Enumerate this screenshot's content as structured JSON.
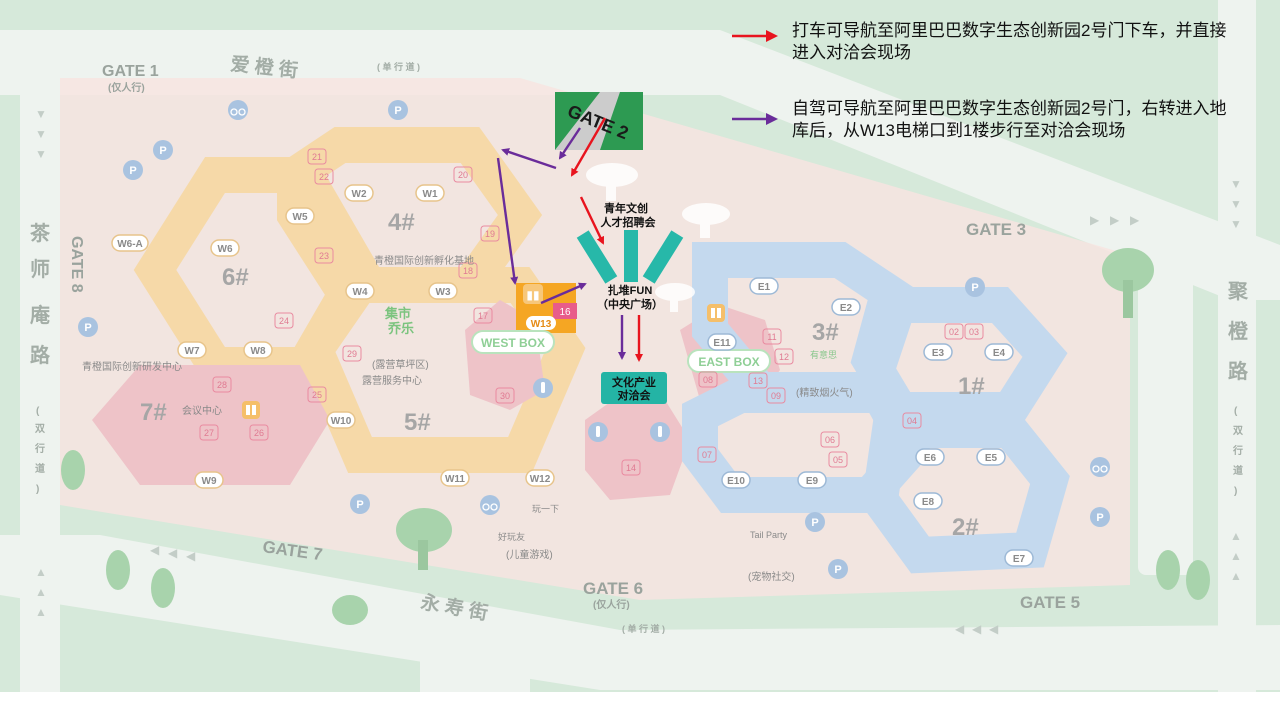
{
  "legend": [
    {
      "color": "#e8141e",
      "text": "打车可导航至阿里巴巴数字生态创新园2号门下车，并直接进入对洽会现场"
    },
    {
      "color": "#6a2c9a",
      "text": "自驾可导航至阿里巴巴数字生态创新园2号门，右转进入地库后，从W13电梯口到1楼步行至对洽会现场"
    }
  ],
  "gates": {
    "gate1": "GATE 1",
    "gate1_note": "(仅人行)",
    "gate2": "GATE 2",
    "gate3": "GATE 3",
    "gate5": "GATE 5",
    "gate6": "GATE 6",
    "gate6_note": "(仅人行)",
    "gate7": "GATE 7",
    "gate8": "GATE 8"
  },
  "streets": {
    "top": "爱 橙 街",
    "top_note": "( 单 行 道 )",
    "bottom": "永 寿 街",
    "bottom_note": "( 单 行 道 )",
    "left": [
      "茶",
      "师",
      "庵",
      "路"
    ],
    "left_note": [
      "(",
      "双",
      "行",
      "道",
      ")"
    ],
    "right": [
      "聚",
      "橙",
      "路"
    ],
    "right_note": [
      "(",
      "双",
      "行",
      "道",
      ")"
    ]
  },
  "buildings": {
    "b1": "1#",
    "b2": "2#",
    "b3": "3#",
    "b4": "4#",
    "b5": "5#",
    "b6": "6#",
    "b7": "7#"
  },
  "labels": {
    "west_box": "WEST BOX",
    "east_box": "EAST BOX",
    "recruit_line1": "青年文创",
    "recruit_line2": "人才招聘会",
    "plaza_line1": "扎堆FUN",
    "plaza_line2": "（中央广场）",
    "venue_line1": "文化产业",
    "venue_line2": "对洽会",
    "market_line1": "集市",
    "market_line2": "乔乐",
    "lawn": "(露营草坪区)",
    "lawn_sign": "露营服务中心",
    "intl": "青橙国际创新孵化基地",
    "intl2": "青橙国际创新研发中心",
    "meeting": "会议中心",
    "kids": "(儿童游戏)",
    "kids_top": "玩一下",
    "kids_mid": "好玩友",
    "fire": "(精致烟火气)",
    "fire_top": "有意思",
    "pet": "(宠物社交)",
    "pet_top": "Tail Party"
  },
  "codes_w": [
    "W1",
    "W2",
    "W3",
    "W4",
    "W5",
    "W6",
    "W6-A",
    "W7",
    "W8",
    "W9",
    "W10",
    "W11",
    "W12",
    "W13"
  ],
  "codes_e": [
    "E1",
    "E2",
    "E3",
    "E4",
    "E5",
    "E6",
    "E7",
    "E8",
    "E9",
    "E10",
    "E11"
  ],
  "numbers": [
    "02",
    "03",
    "04",
    "05",
    "06",
    "07",
    "08",
    "09",
    "11",
    "12",
    "13",
    "14",
    "16",
    "17",
    "18",
    "19",
    "20",
    "21",
    "22",
    "23",
    "24",
    "25",
    "26",
    "27",
    "28",
    "29",
    "30"
  ],
  "icons": [
    "parking-icon",
    "bicycle-icon",
    "restroom-icon",
    "elevator-icon",
    "tree-icon"
  ],
  "colors": {
    "red_route": "#e8141e",
    "purple_route": "#6a2c9a",
    "teal": "#1fb5a8",
    "west_hex": "#f6d9a8",
    "east_hex": "#c4d9ee",
    "pink_hex": "#eec3c8",
    "grass": "#d2e7d6",
    "road": "#eef2ef"
  }
}
